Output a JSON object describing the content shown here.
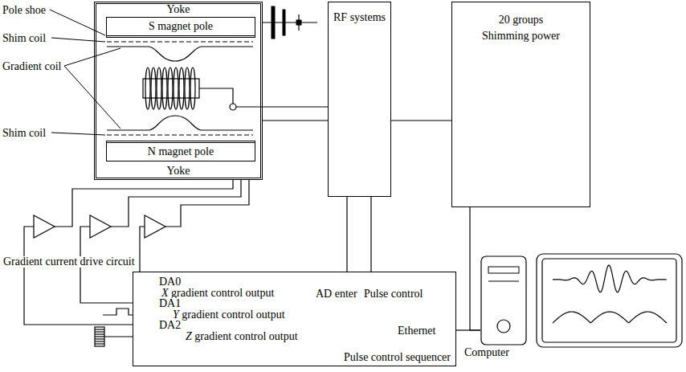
{
  "diagram": {
    "nodes": [
      {
        "text": [
          "Yoke",
          "Yoke"
        ]
      },
      {
        "text": [
          "S magnet pole"
        ],
        "in": 0
      },
      {
        "text": [
          "N magnet pole"
        ],
        "in": 0
      },
      {
        "text": [
          "RF systems"
        ]
      },
      {
        "text": [
          "20 groups Shimming power"
        ]
      },
      {
        "text": [
          "Pulse control sequencer"
        ]
      },
      {
        "text": [
          "Computer"
        ]
      }
    ],
    "edges": [
      {
        "from": 3,
        "to": 0,
        "arrow": "none"
      },
      {
        "from": 4,
        "to": 0,
        "arrow": "none"
      },
      {
        "from": 3,
        "to": 5,
        "arrow": "none"
      },
      {
        "from": 3,
        "to": 5,
        "arrow": "none"
      },
      {
        "from": 5,
        "to": 6,
        "arrow": "none"
      },
      {
        "from": 4,
        "to": 6,
        "arrow": "none"
      }
    ],
    "labels": [
      "Pole shoe",
      "Shim coil",
      "Gradient coil",
      "Shim coil",
      "Gradient current drive circuit",
      "DA0",
      "X gradient control output",
      "DA1",
      "Y gradient control output",
      "DA2",
      "Z gradient control output",
      "AD enter",
      "Pulse control",
      "Ethernet"
    ]
  }
}
